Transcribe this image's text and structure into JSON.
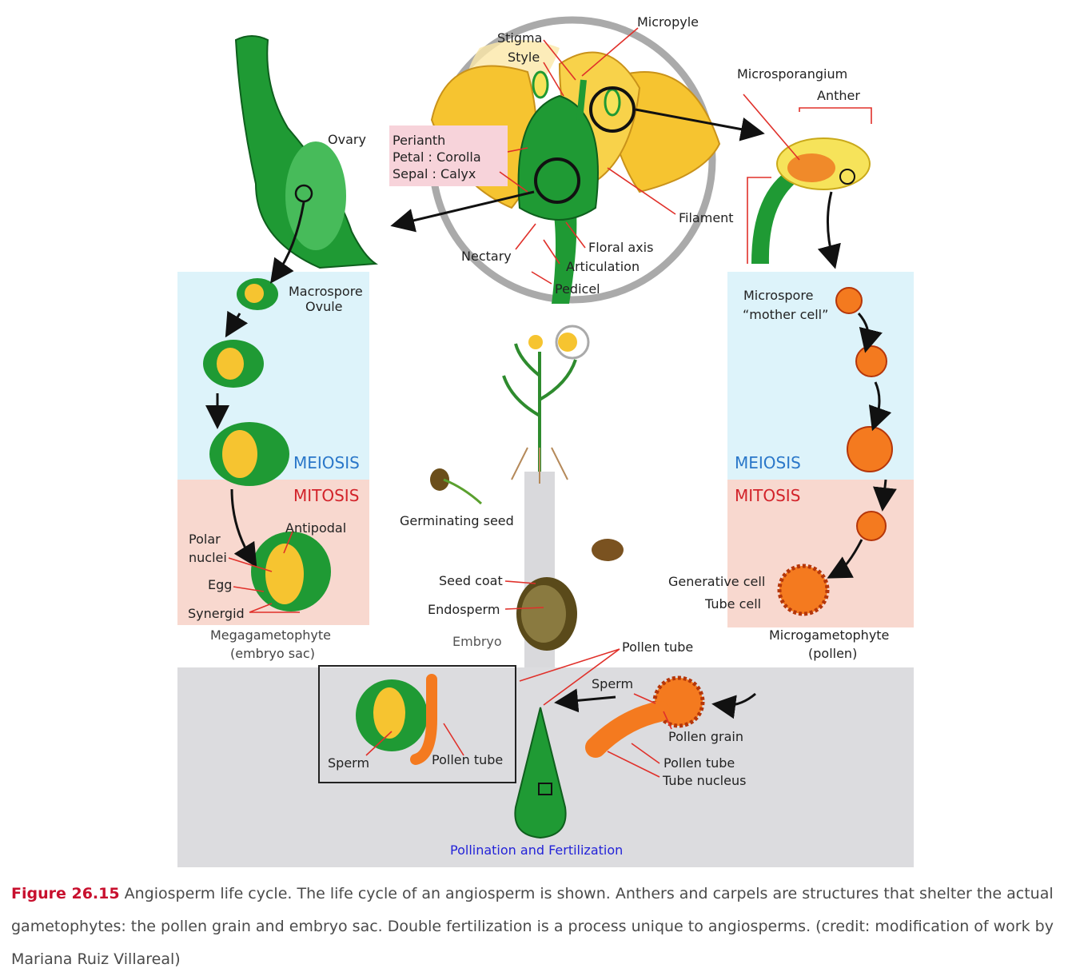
{
  "colors": {
    "plant_green": "#1f9a34",
    "petal_yellow": "#f6c430",
    "meiosis_panel": "#ddf3fa",
    "mitosis_panel": "#f8d8cf",
    "fertilization_panel": "#dcdcdf",
    "pollen_orange": "#f47a1f",
    "meiosis_text": "#2a77c9",
    "mitosis_text": "#d2232a",
    "perianth_box": "#f7d3da",
    "caption_figure": "#c8102e",
    "pollination_text": "#2323d8"
  },
  "labels": {
    "micropyle": "Micropyle",
    "stigma": "Stigma",
    "style": "Style",
    "microsporangium": "Microsporangium",
    "anther": "Anther",
    "ovary": "Ovary",
    "perianth": "Perianth",
    "petal_corolla": "Petal : Corolla",
    "sepal_calyx": "Sepal : Calyx",
    "filament": "Filament",
    "floral_axis": "Floral axis",
    "nectary": "Nectary",
    "articulation": "Articulation",
    "pedicel": "Pedicel",
    "macrospore": "Macrospore",
    "ovule": "Ovule",
    "microspore": "Microspore",
    "mother_cell": "“mother cell”",
    "meiosis_left": "MEIOSIS",
    "meiosis_right": "MEIOSIS",
    "mitosis_left": "MITOSIS",
    "mitosis_right": "MITOSIS",
    "germinating_seed": "Germinating seed",
    "polar": "Polar",
    "nuclei": "nuclei",
    "antipodal": "Antipodal",
    "egg": "Egg",
    "synergid": "Synergid",
    "seed_coat": "Seed coat",
    "endosperm": "Endosperm",
    "embryo": "Embryo",
    "generative_cell": "Generative cell",
    "tube_cell": "Tube cell",
    "megagametophyte": "Megagametophyte",
    "embryo_sac": "(embryo sac)",
    "microgametophyte": "Microgametophyte",
    "pollen": "(pollen)",
    "pollen_tube_top": "Pollen tube",
    "sperm_right": "Sperm",
    "pollen_grain": "Pollen grain",
    "pollen_tube_right": "Pollen tube",
    "tube_nucleus": "Tube nucleus",
    "sperm_inset": "Sperm",
    "pollen_tube_inset": "Pollen tube",
    "pollination": "Pollination and Fertilization"
  },
  "caption": {
    "figure": "Figure 26.15",
    "text": "Angiosperm life cycle. The life cycle of an angiosperm is shown. Anthers and carpels are structures that shelter the actual gametophytes: the pollen grain and embryo sac. Double fertilization is a process unique to angiosperms. (credit: modification of work by Mariana Ruiz Villareal)"
  }
}
